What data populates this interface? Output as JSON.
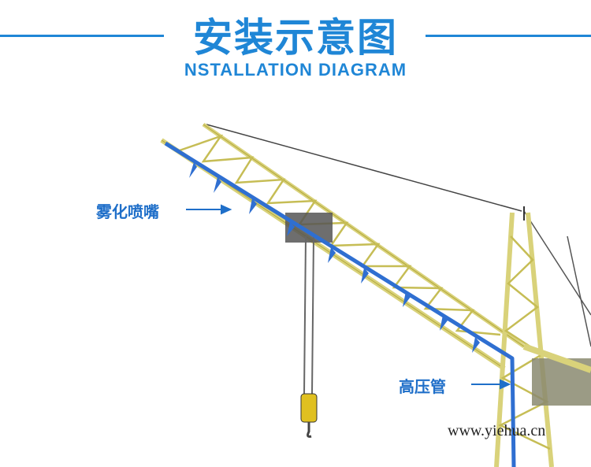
{
  "header": {
    "title_cn": "安装示意图",
    "title_en": "NSTALLATION DIAGRAM"
  },
  "labels": {
    "nozzle": "雾化喷嘴",
    "pipe": "高压管"
  },
  "watermark": "www.yiehua.cn",
  "colors": {
    "accent": "#1f86d6",
    "crane": "#d9d27a",
    "pipe": "#2f6fd1"
  }
}
